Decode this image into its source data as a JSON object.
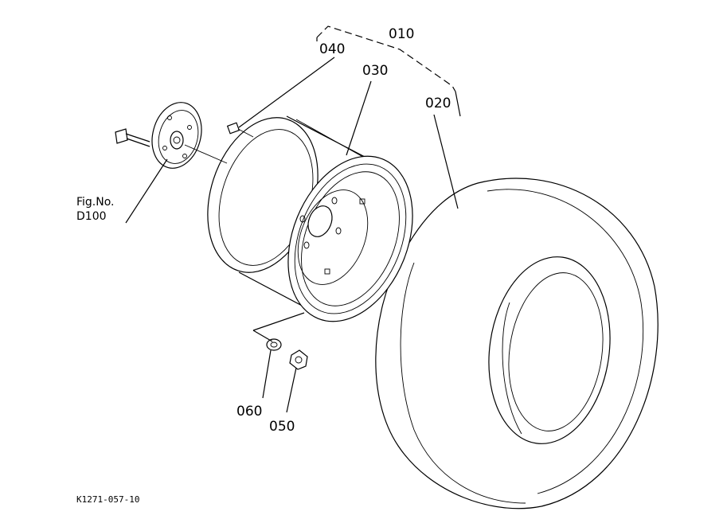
{
  "callouts": {
    "c010": "010",
    "c020": "020",
    "c030": "030",
    "c040": "040",
    "c050": "050",
    "c060": "060"
  },
  "figure_ref": {
    "line1": "Fig.No.",
    "line2": "D100"
  },
  "drawing_code": "K1271-057-10"
}
